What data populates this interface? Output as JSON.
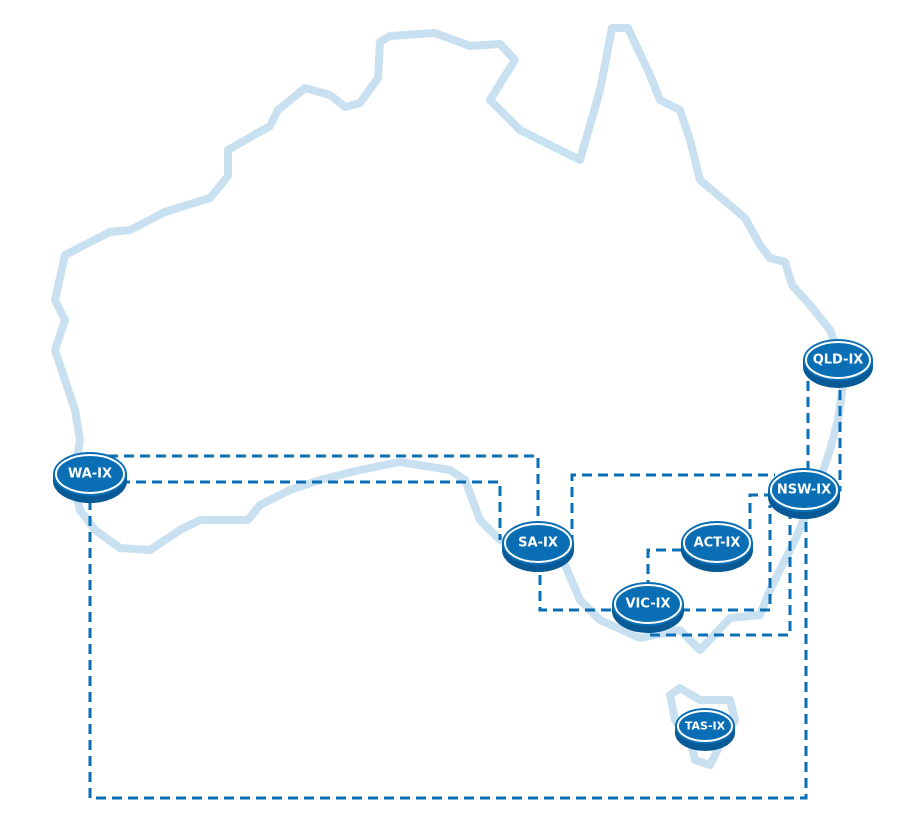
{
  "colors": {
    "outline": "#c8e0f0",
    "link": "#0a6eb4",
    "node": "#0a6eb4",
    "node_dark": "#075a96"
  },
  "nodes": [
    {
      "id": "qld",
      "label": "QLD-IX"
    },
    {
      "id": "nsw",
      "label": "NSW-IX"
    },
    {
      "id": "wa",
      "label": "WA-IX"
    },
    {
      "id": "sa",
      "label": "SA-IX"
    },
    {
      "id": "act",
      "label": "ACT-IX"
    },
    {
      "id": "vic",
      "label": "VIC-IX"
    },
    {
      "id": "tas",
      "label": "TAS-IX"
    }
  ],
  "links": [
    {
      "from": "WA-IX",
      "to": "SA-IX"
    },
    {
      "from": "WA-IX",
      "to": "SA-IX"
    },
    {
      "from": "WA-IX",
      "to": "NSW-IX"
    },
    {
      "from": "SA-IX",
      "to": "VIC-IX"
    },
    {
      "from": "SA-IX",
      "to": "NSW-IX"
    },
    {
      "from": "VIC-IX",
      "to": "NSW-IX"
    },
    {
      "from": "VIC-IX",
      "to": "NSW-IX"
    },
    {
      "from": "VIC-IX",
      "to": "ACT-IX"
    },
    {
      "from": "ACT-IX",
      "to": "NSW-IX"
    },
    {
      "from": "QLD-IX",
      "to": "NSW-IX"
    },
    {
      "from": "QLD-IX",
      "to": "NSW-IX"
    }
  ]
}
